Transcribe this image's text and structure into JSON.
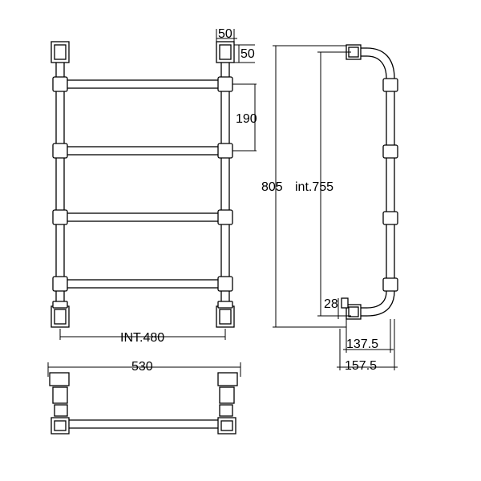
{
  "labels": {
    "dim_50_a": "50",
    "dim_50_b": "50",
    "dim_190": "190",
    "dim_805": "805",
    "dim_int755": "int.755",
    "dim_28": "28",
    "dim_137_5": "137.5",
    "dim_157_5": "157.5",
    "dim_int480": "INT.480",
    "dim_530": "530"
  },
  "colors": {
    "line": "#000000",
    "background": "#ffffff"
  }
}
